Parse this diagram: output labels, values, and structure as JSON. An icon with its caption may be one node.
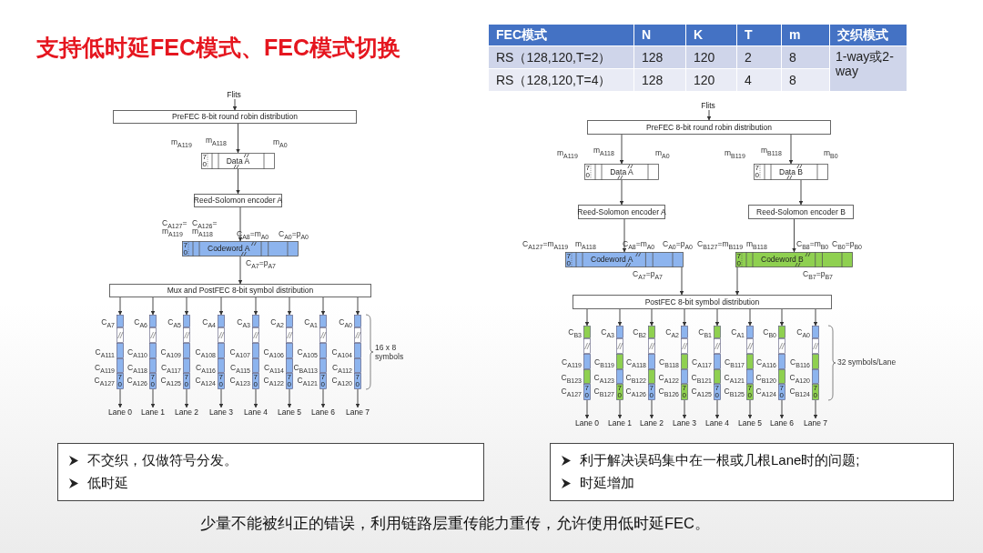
{
  "diagram": {
    "title": "支持低时延FEC模式、FEC模式切换",
    "caption": "少量不能被纠正的错误，利用链路层重传能力重传，允许使用低时延FEC。",
    "nodes": [
      {
        "text": [
          "Flits"
        ]
      },
      {
        "text": [
          "PreFEC 8-bit round robin distribution"
        ]
      },
      {
        "text": [
          "Data A",
          "7",
          "0"
        ],
        "beside": [
          "m$_{A119}$",
          "m$_{A118}$",
          "m$_{A0}$"
        ]
      },
      {
        "text": [
          "Reed-Solomon encoder A"
        ]
      },
      {
        "text": [
          "Codeword A",
          "7",
          "0"
        ],
        "beside": [
          "C$_{A127}$= m$_{A119}$",
          "C$_{A126}$= m$_{A118}$",
          "C$_{A8}$=m$_{A0}$",
          "C$_{A0}$=p$_{A0}$",
          "C$_{A7}$=p$_{A7}$"
        ]
      },
      {
        "text": [
          "Mux and PostFEC 8-bit symbol distribution"
        ]
      },
      {
        "text": [
          "7",
          "0"
        ],
        "beside": [
          "C$_{A7}$",
          "C$_{A111}$",
          "C$_{A119}$",
          "C$_{A127}$"
        ]
      },
      {
        "text": [
          "7",
          "0"
        ],
        "beside": [
          "C$_{A6}$",
          "C$_{A110}$",
          "C$_{A118}$",
          "C$_{A126}$"
        ]
      },
      {
        "text": [
          "7",
          "0"
        ],
        "beside": [
          "C$_{A5}$",
          "C$_{A109}$",
          "C$_{A117}$",
          "C$_{A125}$"
        ]
      },
      {
        "text": [
          "7",
          "0"
        ],
        "beside": [
          "C$_{A4}$",
          "C$_{A108}$",
          "C$_{A116}$",
          "C$_{A124}$"
        ]
      },
      {
        "text": [
          "7",
          "0"
        ],
        "beside": [
          "C$_{A3}$",
          "C$_{A107}$",
          "C$_{A115}$",
          "C$_{A123}$"
        ]
      },
      {
        "text": [
          "7",
          "0"
        ],
        "beside": [
          "C$_{A2}$",
          "C$_{A106}$",
          "C$_{A114}$",
          "C$_{A122}$"
        ]
      },
      {
        "text": [
          "7",
          "0"
        ],
        "beside": [
          "C$_{A1}$",
          "C$_{A105}$",
          "C$_{BA113}$",
          "C$_{A121}$"
        ]
      },
      {
        "text": [
          "7",
          "0"
        ],
        "beside": [
          "C$_{A0}$",
          "C$_{A104}$",
          "C$_{A112}$",
          "C$_{A120}$"
        ]
      },
      {
        "text": [
          "Lane 0"
        ]
      },
      {
        "text": [
          "Lane 1"
        ]
      },
      {
        "text": [
          "Lane 2"
        ]
      },
      {
        "text": [
          "Lane 3"
        ]
      },
      {
        "text": [
          "Lane 4"
        ]
      },
      {
        "text": [
          "Lane 5"
        ]
      },
      {
        "text": [
          "Lane 6"
        ]
      },
      {
        "text": [
          "Lane 7"
        ]
      },
      {
        "text": [
          "Flits"
        ]
      },
      {
        "text": [
          "PreFEC 8-bit round robin distribution"
        ]
      },
      {
        "text": [
          "Data A",
          "7",
          "0"
        ],
        "beside": [
          "m$_{A119}$",
          "m$_{A118}$",
          "m$_{A0}$"
        ]
      },
      {
        "text": [
          "Data B",
          "7",
          "0"
        ],
        "beside": [
          "m$_{B119}$",
          "m$_{B118}$",
          "m$_{B0}$"
        ]
      },
      {
        "text": [
          "Reed-Solomon encoder A"
        ]
      },
      {
        "text": [
          "Reed-Solomon encoder B"
        ]
      },
      {
        "text": [
          "Codeword A",
          "7",
          "0"
        ],
        "beside": [
          "C$_{A127}$=m$_{A119}$",
          "m$_{A118}$",
          "C$_{A8}$=m$_{A0}$",
          "C$_{A0}$=p$_{A0}$",
          "C$_{A7}$=p$_{A7}$"
        ]
      },
      {
        "text": [
          "Codeword B",
          "7",
          "0"
        ],
        "beside": [
          "C$_{B127}$=m$_{B119}$",
          "m$_{B118}$",
          "C$_{B8}$=m$_{B0}$",
          "C$_{B0}$=p$_{B0}$",
          "C$_{B7}$=p$_{B7}$"
        ]
      },
      {
        "text": [
          "PostFEC 8-bit symbol distribution"
        ]
      },
      {
        "text": [
          "7",
          "0"
        ],
        "beside": [
          "C$_{B3}$",
          "C$_{A119}$",
          "C$_{B123}$",
          "C$_{A127}$"
        ]
      },
      {
        "text": [
          "7",
          "0"
        ],
        "beside": [
          "C$_{A3}$",
          "C$_{B119}$",
          "C$_{A123}$",
          "C$_{B127}$"
        ]
      },
      {
        "text": [
          "7",
          "0"
        ],
        "beside": [
          "C$_{B2}$",
          "C$_{A118}$",
          "C$_{B122}$",
          "C$_{A126}$"
        ]
      },
      {
        "text": [
          "7",
          "0"
        ],
        "beside": [
          "C$_{A2}$",
          "C$_{B118}$",
          "C$_{A122}$",
          "C$_{B126}$"
        ]
      },
      {
        "text": [
          "7",
          "0"
        ],
        "beside": [
          "C$_{B1}$",
          "C$_{A117}$",
          "C$_{B121}$",
          "C$_{A125}$"
        ]
      },
      {
        "text": [
          "7",
          "0"
        ],
        "beside": [
          "C$_{A1}$",
          "C$_{B117}$",
          "C$_{A121}$",
          "C$_{B125}$"
        ]
      },
      {
        "text": [
          "7",
          "0"
        ],
        "beside": [
          "C$_{B0}$",
          "C$_{A116}$",
          "C$_{B120}$",
          "C$_{A124}$"
        ]
      },
      {
        "text": [
          "7",
          "0"
        ],
        "beside": [
          "C$_{A0}$",
          "C$_{B116}$",
          "C$_{A120}$",
          "C$_{B124}$"
        ]
      },
      {
        "text": [
          "Lane 0"
        ]
      },
      {
        "text": [
          "Lane 1"
        ]
      },
      {
        "text": [
          "Lane 2"
        ]
      },
      {
        "text": [
          "Lane 3"
        ]
      },
      {
        "text": [
          "Lane 4"
        ]
      },
      {
        "text": [
          "Lane 5"
        ]
      },
      {
        "text": [
          "Lane 6"
        ]
      },
      {
        "text": [
          "Lane 7"
        ]
      },
      {
        "text": [
          "不交织，仅做符号分发。",
          "低时延"
        ]
      },
      {
        "text": [
          "利于解决误码集中在一根或几根Lane时的问题;",
          "时延增加"
        ]
      }
    ],
    "edges": [
      {
        "from": 0,
        "to": 1,
        "arrow": "to"
      },
      {
        "from": 1,
        "to": 2,
        "arrow": "to"
      },
      {
        "from": 2,
        "to": 3,
        "arrow": "to"
      },
      {
        "from": 3,
        "to": 4,
        "arrow": "to"
      },
      {
        "from": 4,
        "to": 5,
        "arrow": "to"
      },
      {
        "from": 5,
        "to": 6,
        "arrow": "to"
      },
      {
        "from": 5,
        "to": 7,
        "arrow": "to"
      },
      {
        "from": 5,
        "to": 8,
        "arrow": "to"
      },
      {
        "from": 5,
        "to": 9,
        "arrow": "to"
      },
      {
        "from": 5,
        "to": 10,
        "arrow": "to"
      },
      {
        "from": 5,
        "to": 11,
        "arrow": "to"
      },
      {
        "from": 5,
        "to": 12,
        "arrow": "to"
      },
      {
        "from": 5,
        "to": 13,
        "arrow": "to"
      },
      {
        "from": 6,
        "to": 14,
        "arrow": "to"
      },
      {
        "from": 7,
        "to": 15,
        "arrow": "to"
      },
      {
        "from": 8,
        "to": 16,
        "arrow": "to"
      },
      {
        "from": 9,
        "to": 17,
        "arrow": "to"
      },
      {
        "from": 10,
        "to": 18,
        "arrow": "to"
      },
      {
        "from": 11,
        "to": 19,
        "arrow": "to"
      },
      {
        "from": 12,
        "to": 20,
        "arrow": "to"
      },
      {
        "from": 13,
        "to": 21,
        "arrow": "to"
      },
      {
        "from": 22,
        "to": 23,
        "arrow": "to"
      },
      {
        "from": 23,
        "to": 24,
        "arrow": "to"
      },
      {
        "from": 23,
        "to": 25,
        "arrow": "to"
      },
      {
        "from": 24,
        "to": 26,
        "arrow": "to"
      },
      {
        "from": 25,
        "to": 27,
        "arrow": "to"
      },
      {
        "from": 26,
        "to": 28,
        "arrow": "to"
      },
      {
        "from": 27,
        "to": 29,
        "arrow": "to"
      },
      {
        "from": 28,
        "to": 30,
        "arrow": "to"
      },
      {
        "from": 29,
        "to": 30,
        "arrow": "to"
      },
      {
        "from": 30,
        "to": 31,
        "arrow": "to"
      },
      {
        "from": 30,
        "to": 32,
        "arrow": "to"
      },
      {
        "from": 30,
        "to": 33,
        "arrow": "to"
      },
      {
        "from": 30,
        "to": 34,
        "arrow": "to"
      },
      {
        "from": 30,
        "to": 35,
        "arrow": "to"
      },
      {
        "from": 30,
        "to": 36,
        "arrow": "to"
      },
      {
        "from": 30,
        "to": 37,
        "arrow": "to"
      },
      {
        "from": 30,
        "to": 38,
        "arrow": "to"
      },
      {
        "from": 31,
        "to": 39,
        "arrow": "to"
      },
      {
        "from": 32,
        "to": 40,
        "arrow": "to"
      },
      {
        "from": 33,
        "to": 41,
        "arrow": "to"
      },
      {
        "from": 34,
        "to": 42,
        "arrow": "to"
      },
      {
        "from": 35,
        "to": 43,
        "arrow": "to"
      },
      {
        "from": 36,
        "to": 44,
        "arrow": "to"
      },
      {
        "from": 37,
        "to": 45,
        "arrow": "to"
      },
      {
        "from": 38,
        "to": 46,
        "arrow": "to"
      }
    ],
    "labels": [
      "FEC模式",
      "N",
      "K",
      "T",
      "m",
      "交织模式",
      "RS（128,120,T=2）",
      "128",
      "120",
      "2",
      "8",
      "1-way或2-way",
      "RS（128,120,T=4）",
      "128",
      "120",
      "4",
      "8",
      "16 x 8 symbols",
      "32 symbols/Lane"
    ]
  }
}
